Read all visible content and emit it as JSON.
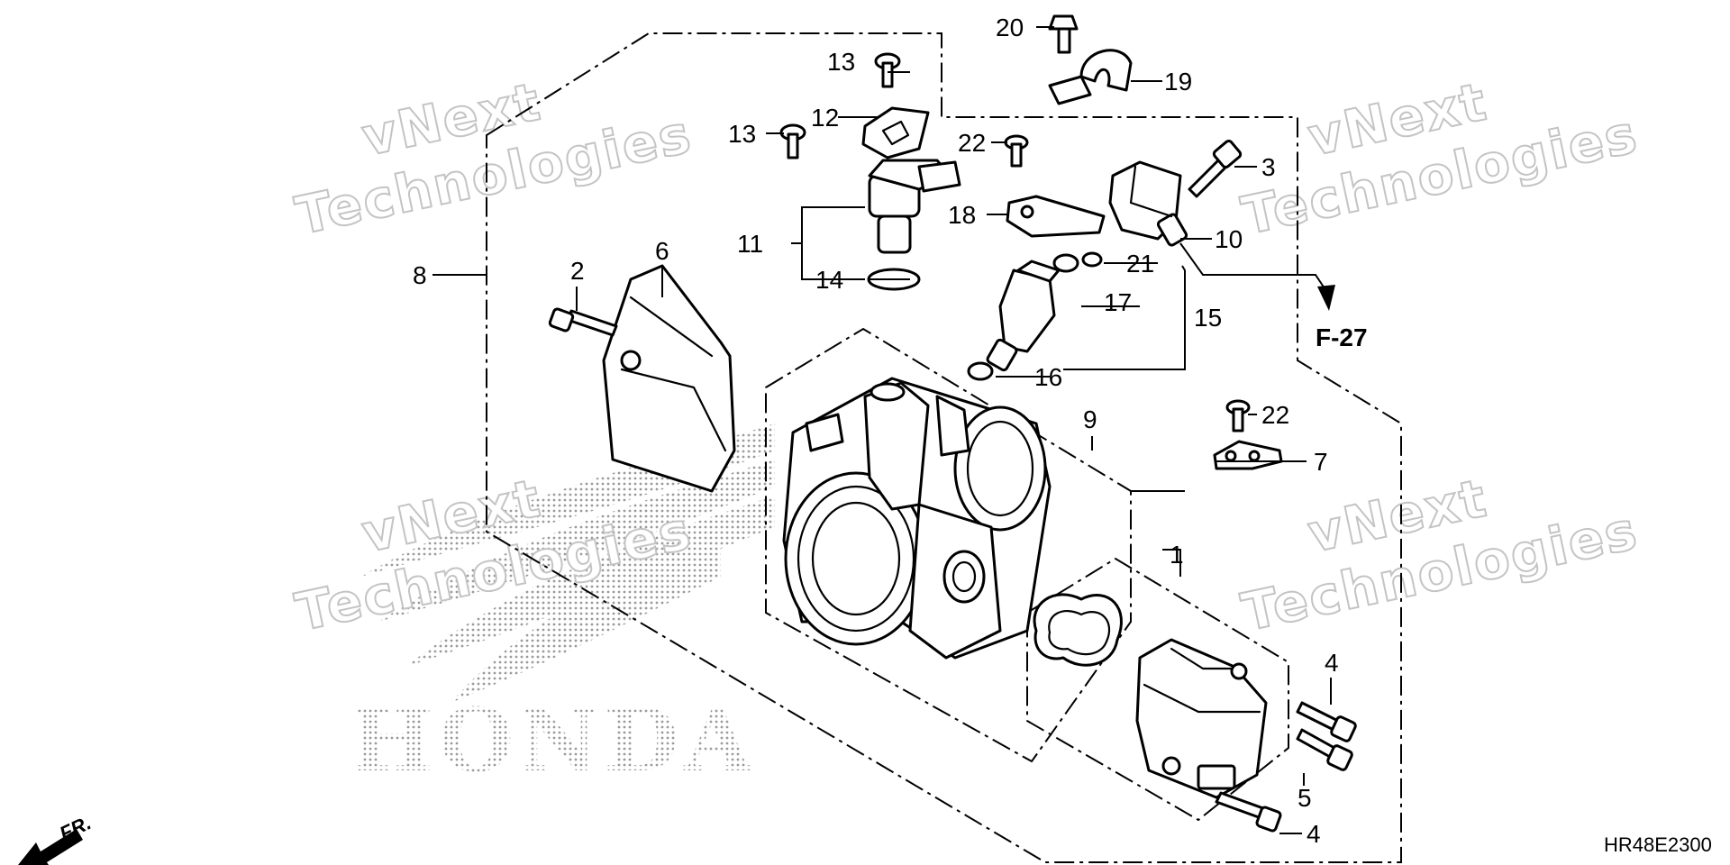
{
  "callouts": {
    "c1": "1",
    "c2": "2",
    "c3": "3",
    "c4a": "4",
    "c4b": "4",
    "c5": "5",
    "c6": "6",
    "c7": "7",
    "c8": "8",
    "c9": "9",
    "c10": "10",
    "c11": "11",
    "c12": "12",
    "c13a": "13",
    "c13b": "13",
    "c14": "14",
    "c15": "15",
    "c16": "16",
    "c17": "17",
    "c18": "18",
    "c19": "19",
    "c20": "20",
    "c21": "21",
    "c22a": "22",
    "c22b": "22"
  },
  "reference": "F-27",
  "front_label": "FR.",
  "diagram_code": "HR48E2300",
  "brand": "HONDA",
  "watermark": {
    "line1": "vNext",
    "line2": "Technologies"
  }
}
